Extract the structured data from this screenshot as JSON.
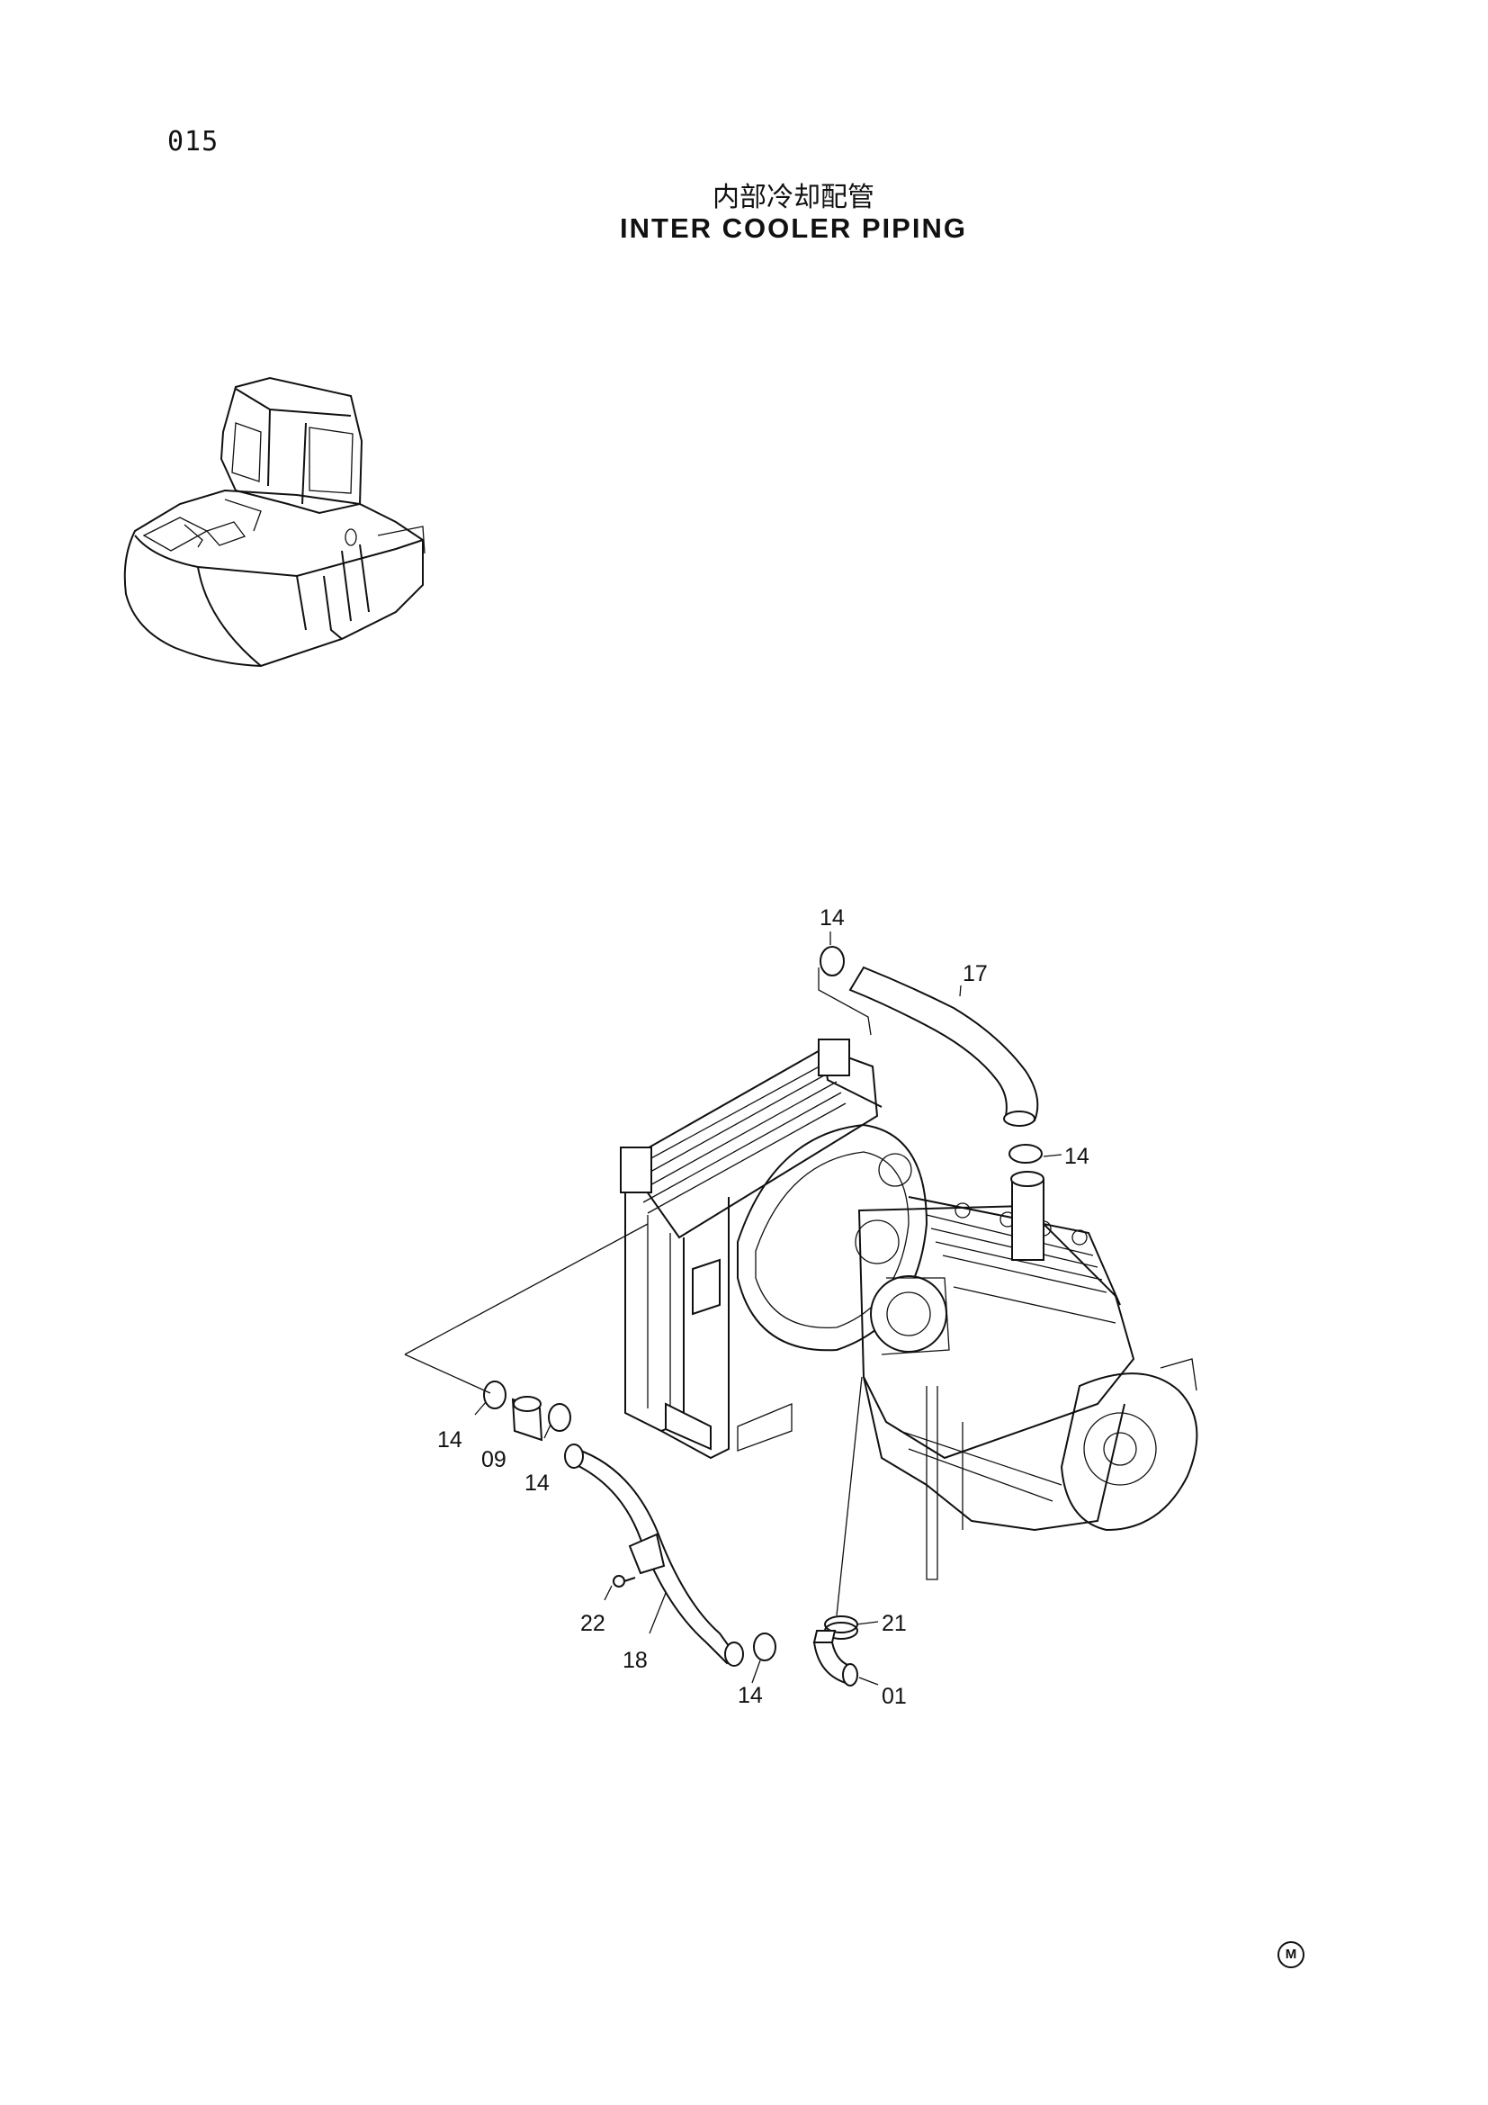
{
  "page": {
    "number": "015",
    "title_jp": "内部冷却配管",
    "title_en": "INTER COOLER PIPING",
    "mark": "M"
  },
  "callouts": [
    "14",
    "17",
    "14",
    "14",
    "09",
    "14",
    "22",
    "18",
    "14",
    "21",
    "01"
  ]
}
